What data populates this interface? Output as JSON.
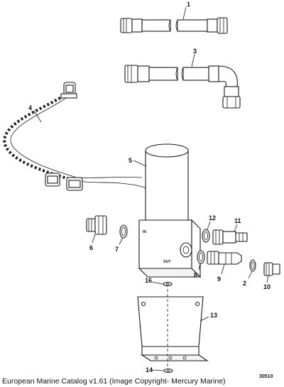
{
  "caption": "European Marine Catalog v1.61 (Image Copyright- Mercury Marine)",
  "figure_number": "30510",
  "pump_markings": {
    "inlet": "IN",
    "outlet": "OUT"
  },
  "callouts": [
    "1",
    "2",
    "3",
    "4",
    "5",
    "6",
    "7",
    "8",
    "9",
    "10",
    "11",
    "12",
    "13",
    "14",
    "16"
  ],
  "colors": {
    "line": "#1a1a1a",
    "background": "#ffffff",
    "harness_tape": "#222222"
  }
}
